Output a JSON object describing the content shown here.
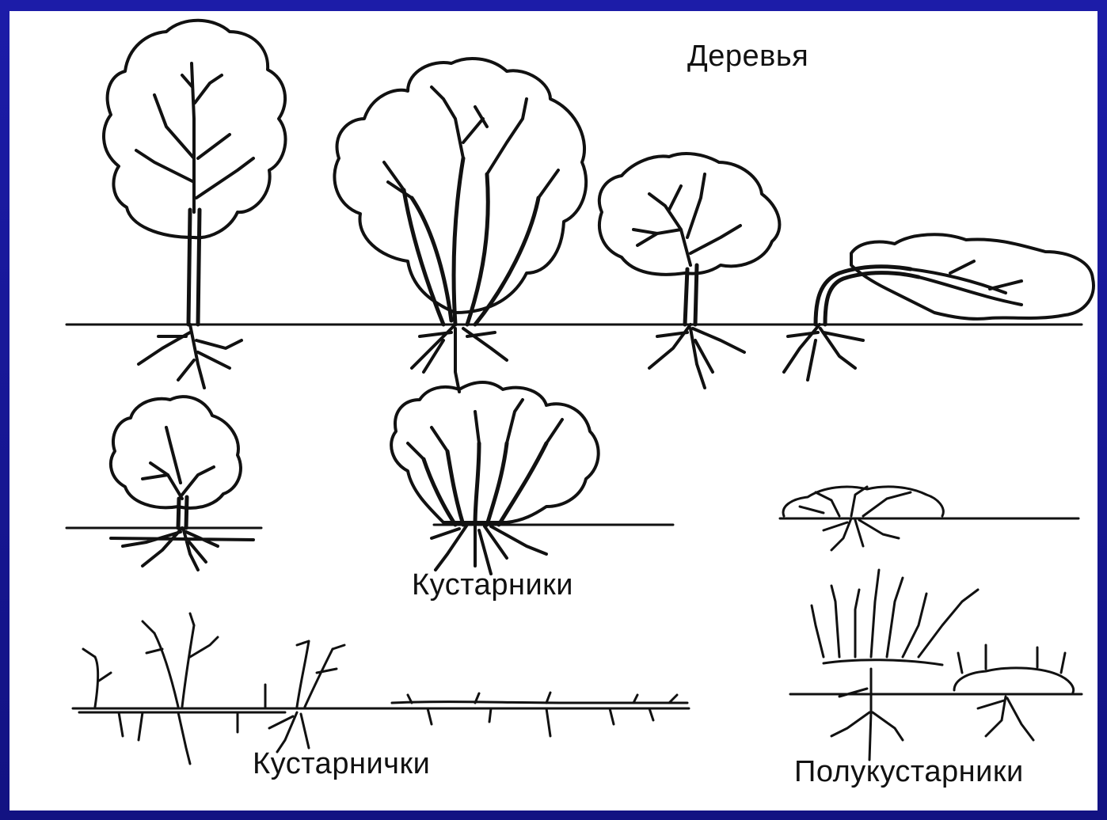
{
  "labels": {
    "trees": "Деревья",
    "shrubs": "Кустарники",
    "dwarf_shrubs": "Кустарнички",
    "semi_shrubs": "Полукустарники"
  },
  "colors": {
    "frame": "#1a1a9c",
    "slide_background": "#ffffff",
    "ink": "#111111"
  }
}
